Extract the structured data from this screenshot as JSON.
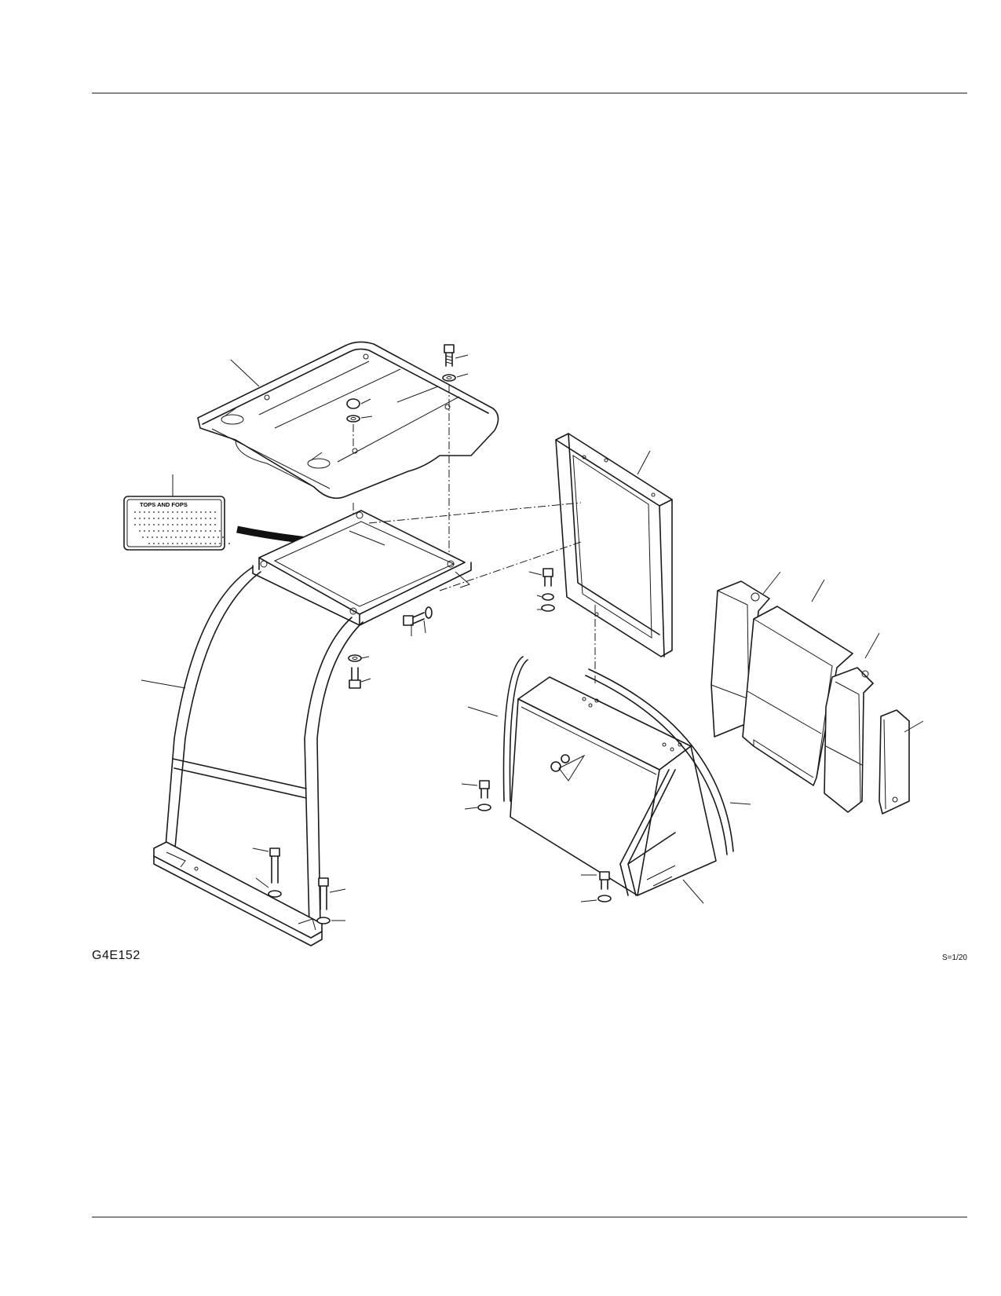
{
  "page": {
    "drawing_code": "G4E152",
    "scale": "S=1/20"
  },
  "label_plate": {
    "text": "TOPS    AND    FOPS"
  }
}
